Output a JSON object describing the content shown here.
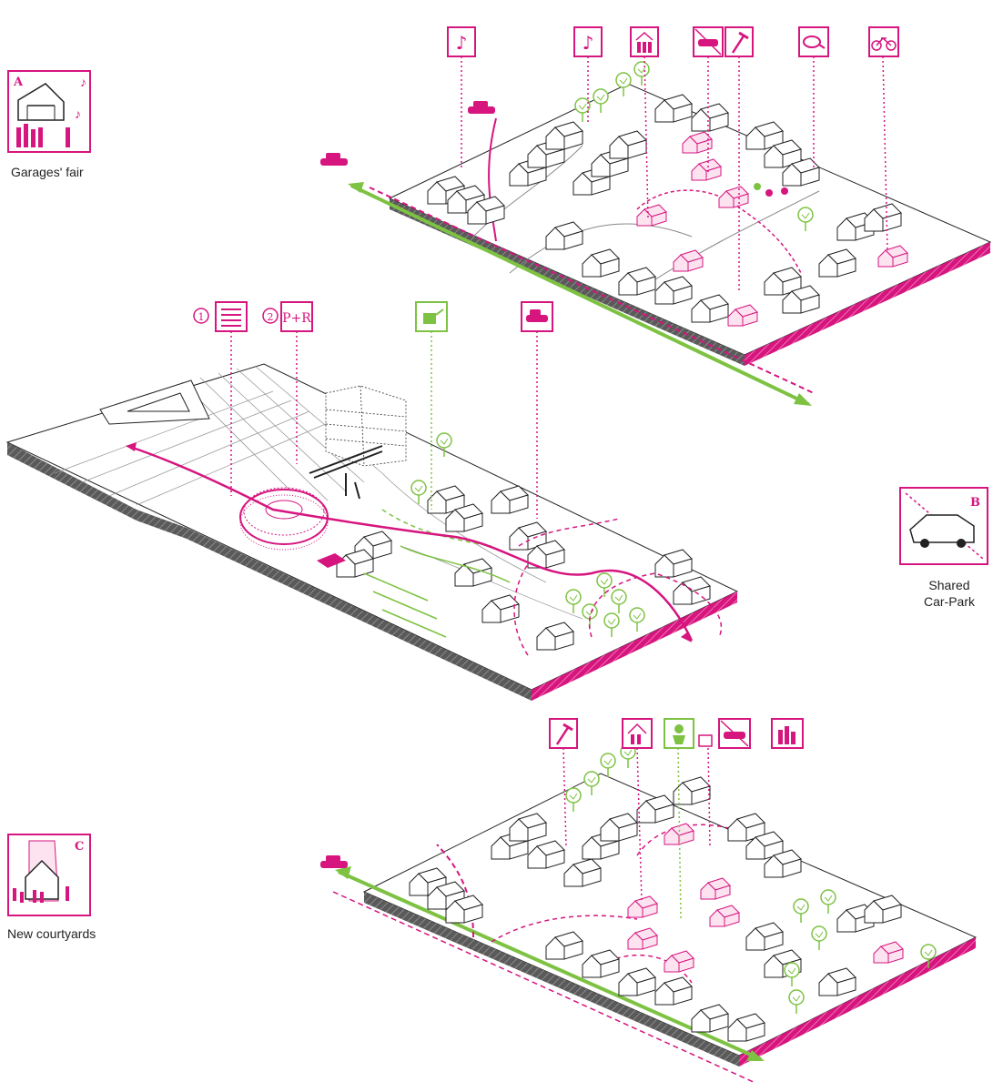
{
  "legends": {
    "a": {
      "letter": "A",
      "caption": "Garages' fair"
    },
    "b": {
      "letter": "B",
      "caption_line1": "Shared",
      "caption_line2": "Car-Park"
    },
    "c": {
      "letter": "C",
      "caption": "New courtyards"
    }
  },
  "diagram_a": {
    "icons": [
      "music-note-icon",
      "music-note-icon",
      "people-house-icon",
      "no-car-icon",
      "hammer-icon",
      "magnifier-icon",
      "bicycle-icon"
    ]
  },
  "diagram_b": {
    "markers": {
      "one": "1",
      "two": "2"
    },
    "pr_label": "P+R",
    "icons": [
      "parking-rows-icon",
      "park-and-ride-icon",
      "watering-can-icon",
      "car-sharing-icon"
    ]
  },
  "diagram_c": {
    "icons": [
      "hammer-icon",
      "people-house-icon",
      "plant-pot-icon",
      "no-car-icon",
      "people-icon"
    ]
  },
  "colors": {
    "accent": "#d6157f",
    "green": "#7dc242",
    "base": "#555555",
    "line": "#222222"
  }
}
